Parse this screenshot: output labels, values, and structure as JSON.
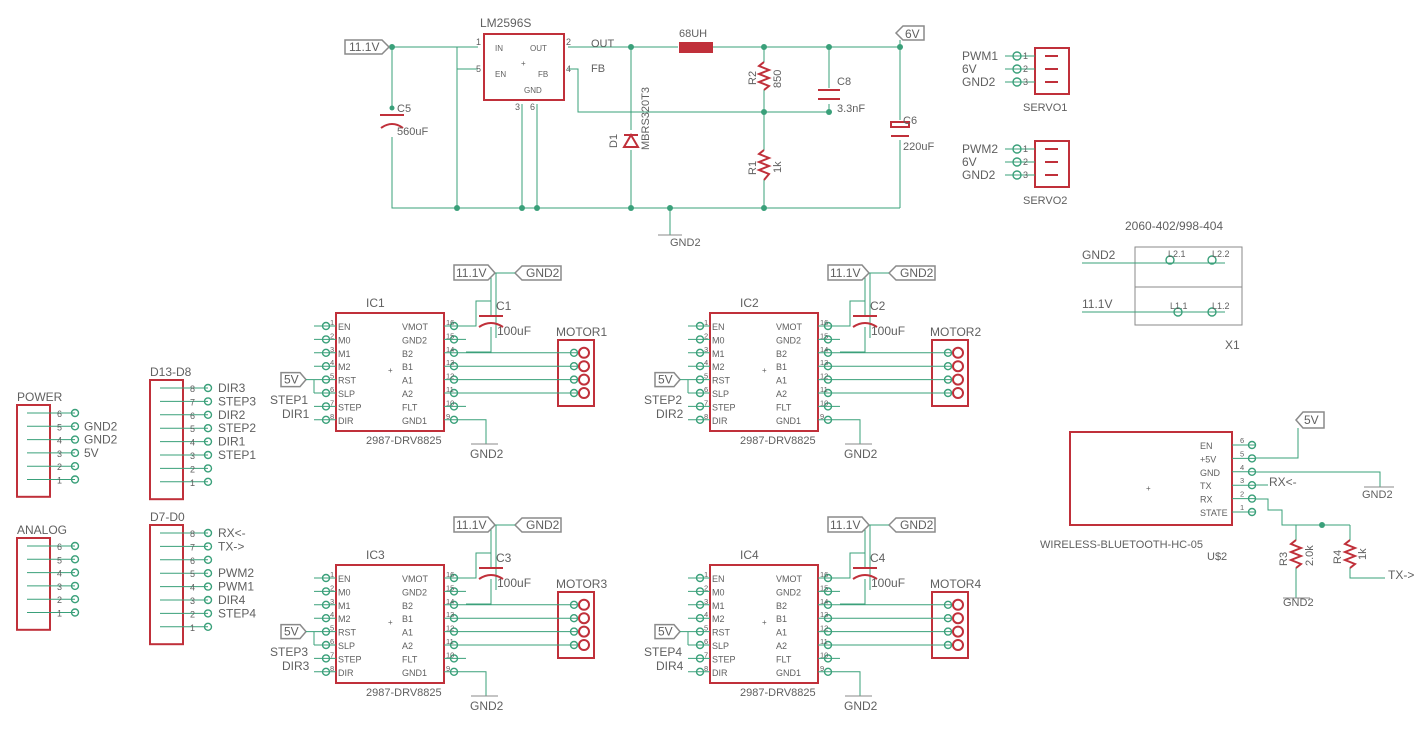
{
  "colors": {
    "wire": "#3aa07a",
    "body": "#c0303a",
    "text": "#606060",
    "label_box": "#8a8a8a",
    "background": "#ffffff"
  },
  "power": {
    "regulator": {
      "name": "LM2596S",
      "pins": {
        "in": "IN",
        "out": "OUT",
        "en": "EN",
        "fb": "FB",
        "gnd": "GND"
      },
      "pin_numbers": {
        "in": "1",
        "out": "2",
        "en": "5",
        "fb": "4",
        "gnd1": "3",
        "gnd2": "6"
      },
      "net_out": "OUT",
      "net_fb": "FB"
    },
    "inductor": "68UH",
    "input_label": "11.1V",
    "output_label": "6V",
    "ground_label": "GND2",
    "c5": {
      "name": "C5",
      "value": "560uF"
    },
    "d1": {
      "name": "D1",
      "value": "MBRS320T3"
    },
    "r2": {
      "name": "R2",
      "value": "850"
    },
    "r1": {
      "name": "R1",
      "value": "1k"
    },
    "c8": {
      "name": "C8",
      "value": "3.3nF"
    },
    "c6": {
      "name": "C6",
      "value": "220uF"
    }
  },
  "servos": [
    {
      "name": "SERVO1",
      "pins": [
        "PWM1",
        "6V",
        "GND2"
      ],
      "numbers": [
        "1",
        "2",
        "3"
      ]
    },
    {
      "name": "SERVO2",
      "pins": [
        "PWM2",
        "6V",
        "GND2"
      ],
      "numbers": [
        "1",
        "2",
        "3"
      ]
    }
  ],
  "terminal": {
    "part": "2060-402/998-404",
    "name": "X1",
    "labels": [
      "GND2",
      "11.1V"
    ],
    "pins": [
      "L2.1",
      "L2.2",
      "L1.1",
      "L1.2"
    ]
  },
  "drivers": [
    {
      "ic": "IC1",
      "cap": "C1",
      "cap_value": "100uF",
      "motor": "MOTOR1",
      "step": "STEP1",
      "dir": "DIR1",
      "vmot": "11.1V",
      "gnd": "GND2",
      "vcc": "5V",
      "part": "2987-DRV8825"
    },
    {
      "ic": "IC2",
      "cap": "C2",
      "cap_value": "100uF",
      "motor": "MOTOR2",
      "step": "STEP2",
      "dir": "DIR2",
      "vmot": "11.1V",
      "gnd": "GND2",
      "vcc": "5V",
      "part": "2987-DRV8825"
    },
    {
      "ic": "IC3",
      "cap": "C3",
      "cap_value": "100uF",
      "motor": "MOTOR3",
      "step": "STEP3",
      "dir": "DIR3",
      "vmot": "11.1V",
      "gnd": "GND2",
      "vcc": "5V",
      "part": "2987-DRV8825"
    },
    {
      "ic": "IC4",
      "cap": "C4",
      "cap_value": "100uF",
      "motor": "MOTOR4",
      "step": "STEP4",
      "dir": "DIR4",
      "vmot": "11.1V",
      "gnd": "GND2",
      "vcc": "5V",
      "part": "2987-DRV8825"
    }
  ],
  "driver_pins_left": [
    "EN",
    "M0",
    "M1",
    "M2",
    "RST",
    "SLP",
    "STEP",
    "DIR"
  ],
  "driver_pins_right": [
    "VMOT",
    "GND2",
    "B2",
    "B1",
    "A1",
    "A2",
    "FLT",
    "GND1"
  ],
  "driver_pin_numbers_left": [
    "1",
    "2",
    "3",
    "4",
    "5",
    "6",
    "7",
    "8"
  ],
  "driver_pin_numbers_right": [
    "16",
    "15",
    "14",
    "13",
    "12",
    "11",
    "10",
    "9"
  ],
  "headers": {
    "power": {
      "name": "POWER",
      "numbers": [
        "6",
        "5",
        "4",
        "3",
        "2",
        "1"
      ],
      "labels": [
        "",
        "GND2",
        "GND2",
        "5V",
        "",
        ""
      ]
    },
    "analog": {
      "name": "ANALOG",
      "numbers": [
        "6",
        "5",
        "4",
        "3",
        "2",
        "1"
      ]
    },
    "d13": {
      "name": "D13-D8",
      "numbers": [
        "8",
        "7",
        "6",
        "5",
        "4",
        "3",
        "2",
        "1"
      ],
      "labels": [
        "DIR3",
        "STEP3",
        "DIR2",
        "STEP2",
        "DIR1",
        "STEP1",
        "",
        ""
      ]
    },
    "d7": {
      "name": "D7-D0",
      "numbers": [
        "8",
        "7",
        "6",
        "5",
        "4",
        "3",
        "2",
        "1"
      ],
      "labels": [
        "RX<-",
        "TX->",
        "",
        "PWM2",
        "PWM1",
        "DIR4",
        "STEP4",
        ""
      ]
    }
  },
  "bluetooth": {
    "part": "WIRELESS-BLUETOOTH-HC-05",
    "name": "U$2",
    "pins": [
      "EN",
      "+5V",
      "GND",
      "TX",
      "RX",
      "STATE"
    ],
    "numbers": [
      "6",
      "5",
      "4",
      "3",
      "2",
      "1"
    ],
    "vcc": "5V",
    "gnd": "GND2",
    "rx_label": "RX<-",
    "tx_label": "TX->",
    "r3": {
      "name": "R3",
      "value": "2.0k"
    },
    "r4": {
      "name": "R4",
      "value": "1k"
    },
    "r3_gnd": "GND2"
  }
}
